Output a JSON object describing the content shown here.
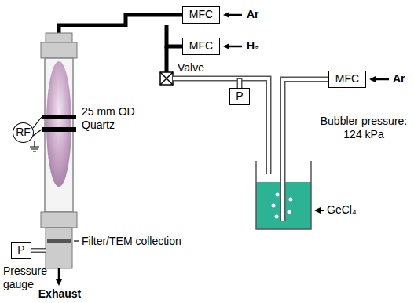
{
  "diagram": {
    "nodes": [
      {
        "text": [
          "MFC"
        ]
      },
      {
        "text": [
          "MFC"
        ]
      },
      {
        "text": [
          "MFC"
        ]
      },
      {
        "text": [
          "P"
        ]
      },
      {
        "text": [
          "RF"
        ]
      },
      {
        "text": [
          "P"
        ]
      }
    ],
    "labels": [
      "Ar",
      "H₂",
      "Valve",
      "Ar",
      "Bubbler pressure: 124 kPa",
      "25 mm OD Quartz",
      "GeCl₄",
      "Filter/TEM collection",
      "Pressure gauge",
      "Exhaust"
    ]
  }
}
